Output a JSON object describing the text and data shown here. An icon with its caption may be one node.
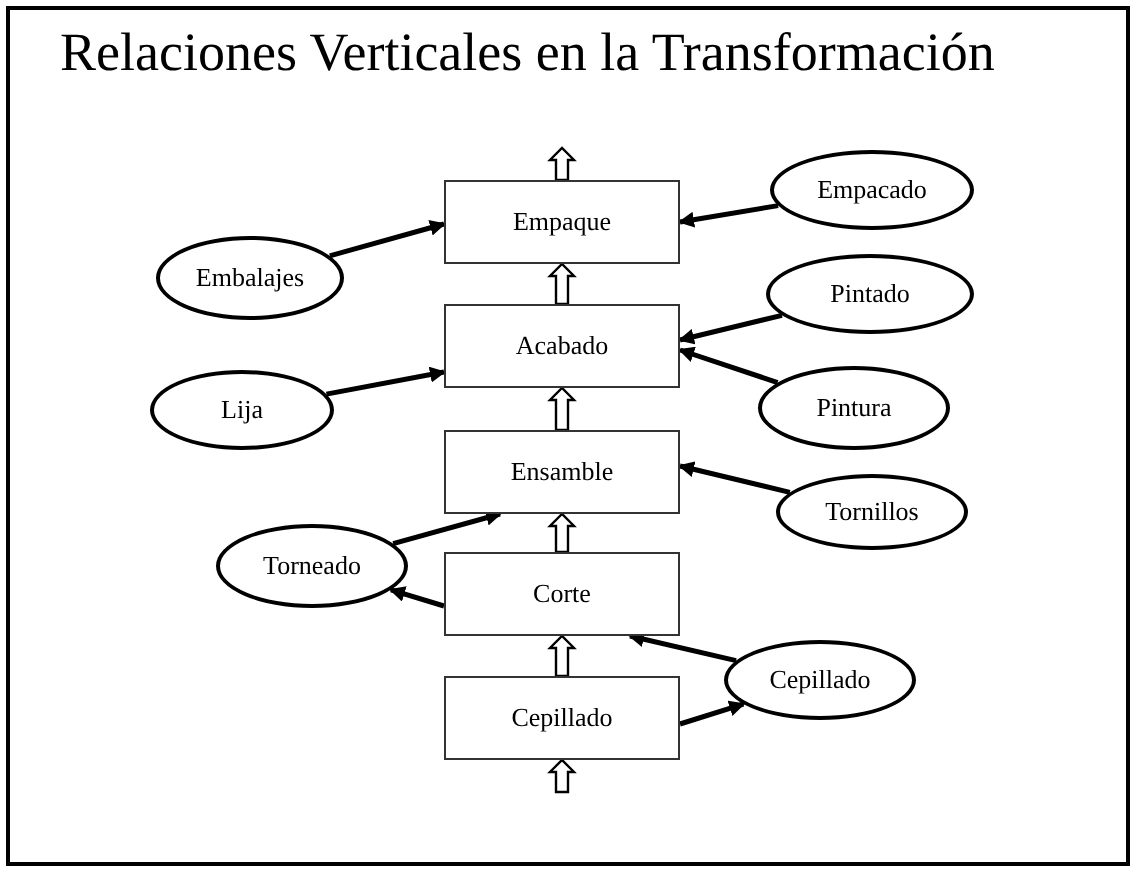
{
  "diagram": {
    "title": "Relaciones Verticales en la Transformación",
    "nodes": [
      {
        "text": [
          "Empaque"
        ]
      },
      {
        "text": [
          "Acabado"
        ]
      },
      {
        "text": [
          "Ensamble"
        ]
      },
      {
        "text": [
          "Corte"
        ]
      },
      {
        "text": [
          "Cepillado"
        ]
      },
      {
        "text": [
          "Empacado"
        ]
      },
      {
        "text": [
          "Embalajes"
        ]
      },
      {
        "text": [
          "Pintado"
        ]
      },
      {
        "text": [
          "Lija"
        ]
      },
      {
        "text": [
          "Pintura"
        ]
      },
      {
        "text": [
          "Tornillos"
        ]
      },
      {
        "text": [
          "Torneado"
        ]
      },
      {
        "text": [
          "Cepillado"
        ]
      }
    ],
    "edges": [
      {
        "from": null,
        "to": 4,
        "arrow": "to",
        "style": "thick"
      },
      {
        "from": 4,
        "to": 3,
        "arrow": "to",
        "style": "thick"
      },
      {
        "from": 3,
        "to": 2,
        "arrow": "to",
        "style": "thick"
      },
      {
        "from": 2,
        "to": 1,
        "arrow": "to",
        "style": "thick"
      },
      {
        "from": 1,
        "to": 0,
        "arrow": "to",
        "style": "thick"
      },
      {
        "from": 0,
        "to": null,
        "arrow": "to",
        "style": "thick"
      },
      {
        "from": 5,
        "to": 0,
        "arrow": "to"
      },
      {
        "from": 6,
        "to": 0,
        "arrow": "to"
      },
      {
        "from": 7,
        "to": 1,
        "arrow": "to"
      },
      {
        "from": 9,
        "to": 1,
        "arrow": "to"
      },
      {
        "from": 8,
        "to": 1,
        "arrow": "to"
      },
      {
        "from": 10,
        "to": 2,
        "arrow": "to"
      },
      {
        "from": 11,
        "to": 2,
        "arrow": "to"
      },
      {
        "from": 3,
        "to": 11,
        "arrow": "to"
      },
      {
        "from": 12,
        "to": 3,
        "arrow": "to"
      },
      {
        "from": 4,
        "to": 12,
        "arrow": "to"
      }
    ]
  }
}
